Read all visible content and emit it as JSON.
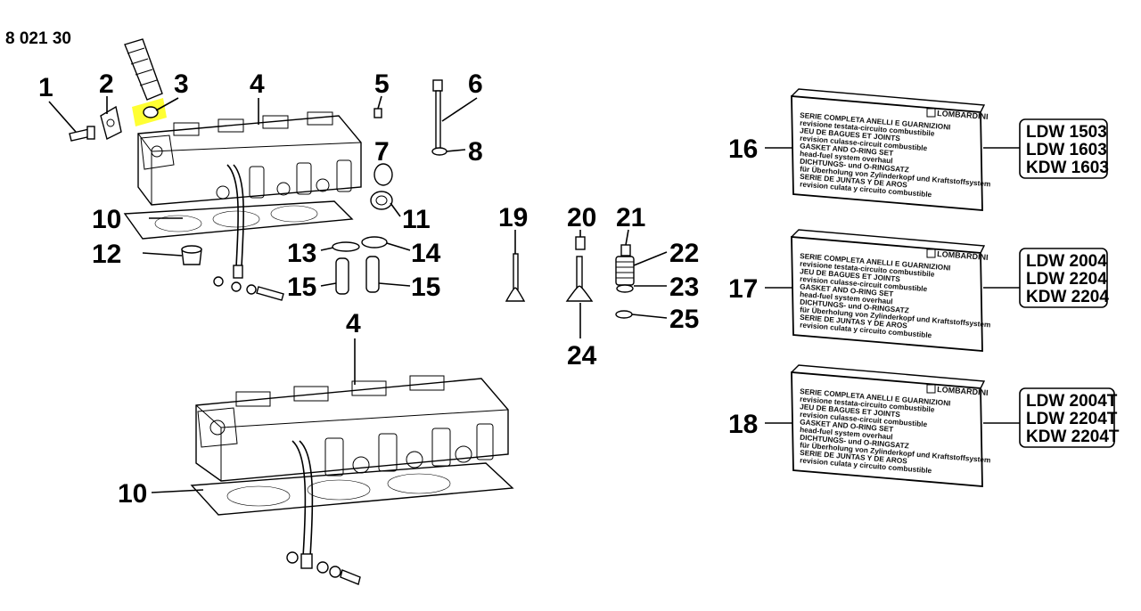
{
  "catalog_code": "8 021 30",
  "callouts": {
    "c1": "1",
    "c2": "2",
    "c3": "3",
    "c4": "4",
    "c4b": "4",
    "c5": "5",
    "c6": "6",
    "c7": "7",
    "c8": "8",
    "c10": "10",
    "c10b": "10",
    "c11": "11",
    "c12": "12",
    "c13": "13",
    "c14": "14",
    "c15a": "15",
    "c15b": "15",
    "c16": "16",
    "c17": "17",
    "c18": "18",
    "c19": "19",
    "c20": "20",
    "c21": "21",
    "c22": "22",
    "c23": "23",
    "c24": "24",
    "c25": "25"
  },
  "kit_label": {
    "brand": "LOMBARDINI",
    "lines": [
      "SERIE COMPLETA ANELLI E GUARNIZIONI",
      "revisione testata-circuito combustibile",
      "JEU DE BAGUES ET JOINTS",
      "revision culasse-circuit combustible",
      "GASKET AND O-RING SET",
      "head-fuel system overhaul",
      "DICHTUNGS- und O-RINGSATZ",
      "für Überholung von Zylinderkopf und Kraftstoffsystem",
      "SERIE DE JUNTAS Y DE AROS",
      "revision culata y circuito combustible"
    ]
  },
  "kits": [
    {
      "models": [
        "LDW 1503",
        "LDW 1603",
        "KDW 1603"
      ]
    },
    {
      "models": [
        "LDW 2004",
        "LDW 2204",
        "KDW 2204"
      ]
    },
    {
      "models": [
        "LDW 2004T",
        "LDW 2204T",
        "KDW 2204T"
      ]
    }
  ],
  "colors": {
    "highlight": "#ffff33",
    "ink": "#000000"
  }
}
